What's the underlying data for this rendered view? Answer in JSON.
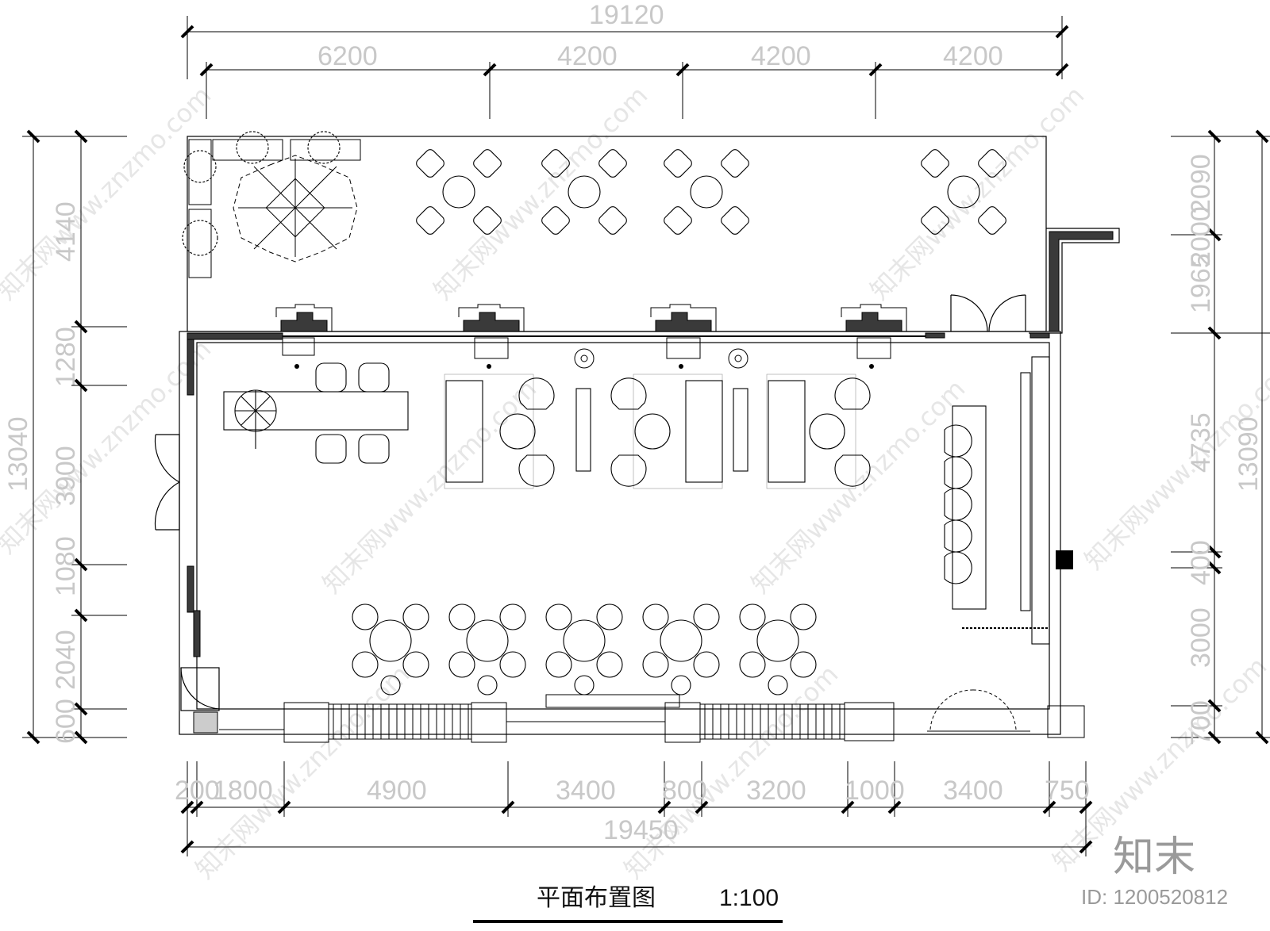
{
  "drawing": {
    "title": "平面布置图",
    "scale": "1:100"
  },
  "dimensions": {
    "top_overall": "19120",
    "top_segments": [
      "6200",
      "4200",
      "4200",
      "4200"
    ],
    "bottom_overall": "19450",
    "bottom_segments": [
      "200",
      "1800",
      "4900",
      "3400",
      "800",
      "3200",
      "1000",
      "3400",
      "750"
    ],
    "left_overall": "13040",
    "left_segments": [
      "4140",
      "1280",
      "3900",
      "1080",
      "2040",
      "600"
    ],
    "right_outer": [
      "2090",
      "1965",
      "2000",
      "4735",
      "400",
      "3000",
      "700"
    ],
    "right_overall": "13090"
  },
  "watermark": {
    "brand": "知末",
    "id_text": "ID: 1200520812",
    "repeat_text": "知末网www.znzmo.com"
  },
  "colors": {
    "line": "#000000",
    "wall_fill": "#3a3a3a",
    "dim_text": "#c8c8c8"
  }
}
